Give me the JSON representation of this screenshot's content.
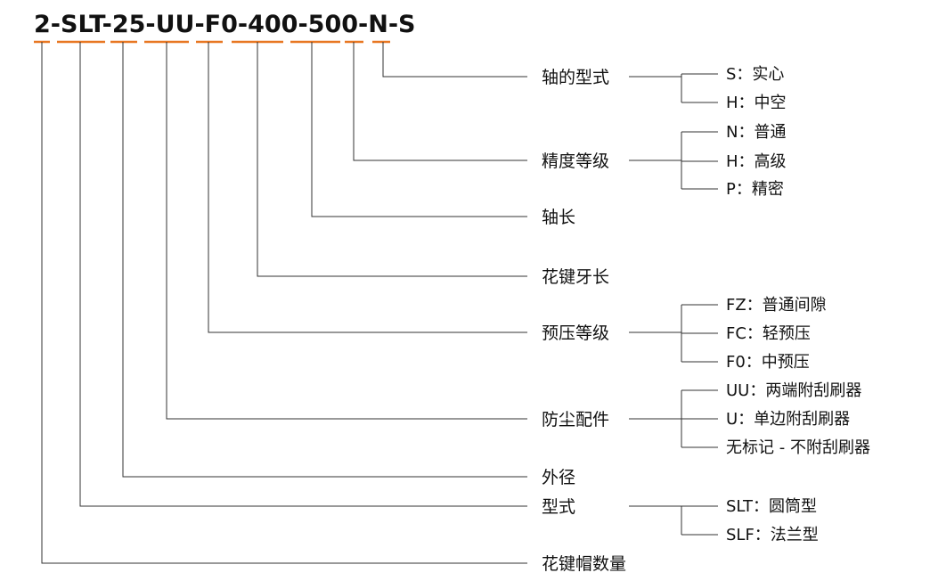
{
  "model_code": "2-SLT-25-UU-F0-400-500-N-S",
  "accent_color": "#E87722",
  "line_color": "#333333",
  "categories": [
    {
      "label": "轴的型式",
      "options": [
        "S：实心",
        "H：中空"
      ]
    },
    {
      "label": "精度等级",
      "options": [
        "N：普通",
        "H：高级",
        "P：精密"
      ]
    },
    {
      "label": "轴长",
      "options": []
    },
    {
      "label": "花键牙长",
      "options": []
    },
    {
      "label": "预压等级",
      "options": [
        "FZ：普通间隙",
        "FC：轻预压",
        "F0：中预压"
      ]
    },
    {
      "label": "防尘配件",
      "options": [
        "UU：两端附刮刷器",
        "U：单边附刮刷器",
        "无标记 - 不附刮刷器"
      ]
    },
    {
      "label": "外径",
      "options": []
    },
    {
      "label": "型式",
      "options": [
        "SLT：圆筒型",
        "SLF：法兰型"
      ]
    },
    {
      "label": "花键帽数量",
      "options": []
    }
  ]
}
